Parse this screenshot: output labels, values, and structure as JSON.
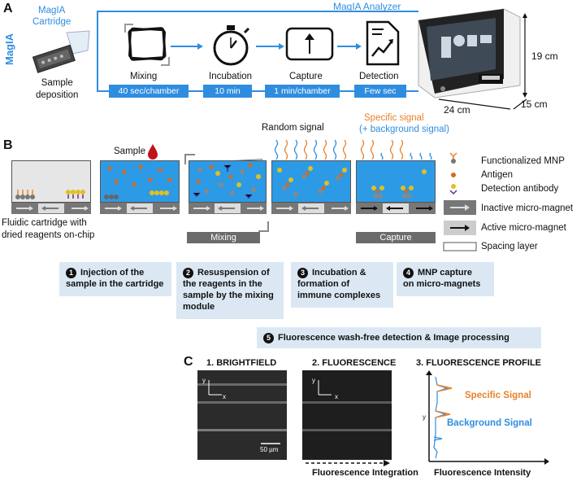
{
  "panel_a": {
    "letter": "A",
    "side_label": "MagIA",
    "cartridge_label": "MagIA\nCartridge",
    "sample_label": "Sample\ndeposition",
    "analyzer_label": "MagIA Analyzer",
    "steps": [
      {
        "name": "Mixing",
        "time": "40 sec/chamber"
      },
      {
        "name": "Incubation",
        "time": "10 min"
      },
      {
        "name": "Capture",
        "time": "1 min/chamber"
      },
      {
        "name": "Detection",
        "time": "Few sec"
      }
    ],
    "dim_height": "19 cm",
    "dim_depth": "15 cm",
    "dim_width": "24 cm"
  },
  "panel_b": {
    "letter": "B",
    "sample_label": "Sample",
    "random_signal": "Random signal",
    "specific_signal": "Specific signal",
    "background_signal": "(+ background signal)",
    "mixing_tag": "Mixing",
    "capture_tag": "Capture",
    "cartridge_caption": "Fluidic cartridge with\ndried reagents on-chip",
    "legend": [
      {
        "icon": "mnp-icon",
        "label": "Functionalized MNP"
      },
      {
        "icon": "antigen-icon",
        "label": "Antigen"
      },
      {
        "icon": "antibody-icon",
        "label": "Detection antibody"
      },
      {
        "icon": "inactive-magnet-icon",
        "label": "Inactive micro-magnet"
      },
      {
        "icon": "active-magnet-icon",
        "label": "Active micro-magnet"
      },
      {
        "icon": "spacing-layer-icon",
        "label": "Spacing layer"
      }
    ],
    "steps": [
      {
        "num": "1",
        "text": "Injection of the\nsample in the cartridge"
      },
      {
        "num": "2",
        "text": "Resuspension of\nthe reagents in the\nsample by the mixing\nmodule"
      },
      {
        "num": "3",
        "text": "Incubation &\nformation of\nimmune complexes"
      },
      {
        "num": "4",
        "text": "MNP capture\non micro-magnets"
      },
      {
        "num": "5",
        "text": "Fluorescence wash-free detection & Image processing"
      }
    ]
  },
  "panel_c": {
    "letter": "C",
    "titles": [
      "1. BRIGHTFIELD",
      "2. FLUORESCENCE",
      "3. FLUORESCENCE PROFILE"
    ],
    "scale_bar": "50 µm",
    "axis_y": "y",
    "axis_x": "x",
    "integration_label": "Fluorescence Integration",
    "intensity_label": "Fluorescence Intensity",
    "specific_label": "Specific Signal",
    "background_label": "Background Signal"
  },
  "colors": {
    "accent_blue": "#2f8de0",
    "orange": "#e8822a",
    "step_bg": "#dbe8f4",
    "chamber": "#2d9ae6"
  }
}
